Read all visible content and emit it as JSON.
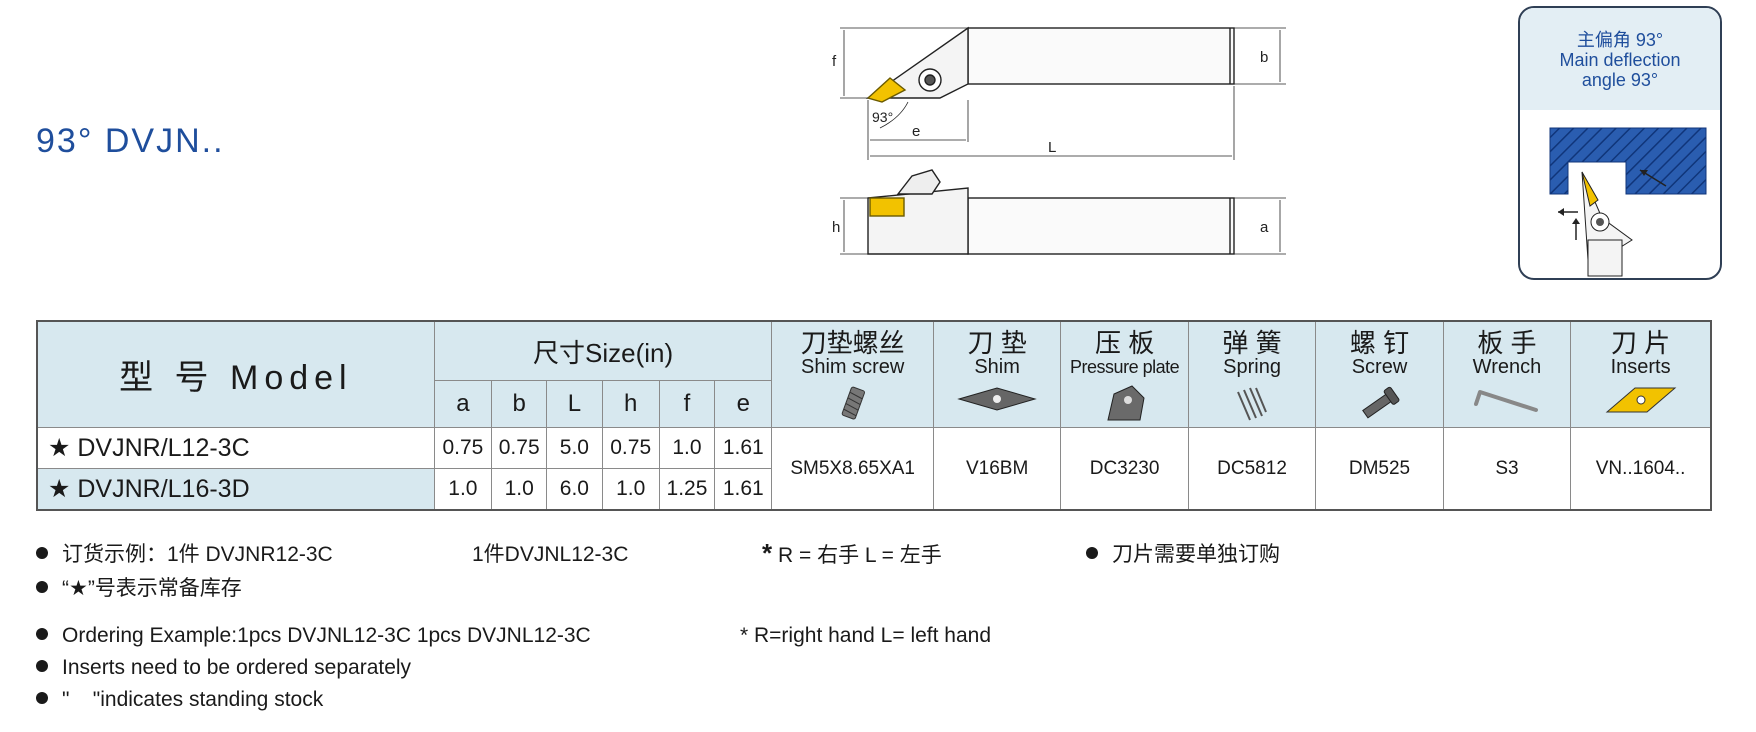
{
  "title": "93° DVJN..",
  "angle_box": {
    "line1": "主偏角 93°",
    "line2": "Main deflection",
    "line3": "angle 93°"
  },
  "drawing": {
    "labels": {
      "f": "f",
      "b": "b",
      "L": "L",
      "e": "e",
      "angle": "93°",
      "h": "h",
      "a": "a"
    }
  },
  "table": {
    "model_header": "型 号 Model",
    "size_header": "尺寸Size(in)",
    "dims": [
      "a",
      "b",
      "L",
      "h",
      "f",
      "e"
    ],
    "components": [
      {
        "cn": "刀垫螺丝",
        "en": "Shim screw",
        "icon": "shim-screw-icon",
        "value": "SM5X8.65XA1"
      },
      {
        "cn": "刀 垫",
        "en": "Shim",
        "icon": "shim-icon",
        "value": "V16BM"
      },
      {
        "cn": "压 板",
        "en": "Pressure plate",
        "icon": "pressure-plate-icon",
        "value": "DC3230"
      },
      {
        "cn": "弹 簧",
        "en": "Spring",
        "icon": "spring-icon",
        "value": "DC5812"
      },
      {
        "cn": "螺 钉",
        "en": "Screw",
        "icon": "screw-icon",
        "value": "DM525"
      },
      {
        "cn": "板 手",
        "en": "Wrench",
        "icon": "wrench-icon",
        "value": "S3"
      },
      {
        "cn": "刀 片",
        "en": "Inserts",
        "icon": "insert-icon",
        "value": "VN..1604.."
      }
    ],
    "rows": [
      {
        "model": "★ DVJNR/L12-3C",
        "dims": [
          "0.75",
          "0.75",
          "5.0",
          "0.75",
          "1.0",
          "1.61"
        ]
      },
      {
        "model": "★ DVJNR/L16-3D",
        "dims": [
          "1.0",
          "1.0",
          "6.0",
          "1.0",
          "1.25",
          "1.61"
        ]
      }
    ]
  },
  "notes": {
    "cn_order": "订货示例：1件 DVJNR12-3C",
    "cn_order2": "1件DVJNL12-3C",
    "cn_hand": "R = 右手     L = 左手",
    "cn_hand_star": "*",
    "cn_inserts": "刀片需要单独订购",
    "cn_stock": "“★”号表示常备库存",
    "en_order": "Ordering Example:1pcs DVJNL12-3C 1pcs DVJNL12-3C",
    "en_hand": "* R=right hand     L= left hand",
    "en_inserts": "Inserts need to be ordered separately",
    "en_stock": "\"    \"indicates standing stock"
  },
  "colors": {
    "title_blue": "#1f4e9c",
    "header_bg": "#d7e8ef",
    "insert_yellow": "#f2c200",
    "hatch_blue": "#2a5db0"
  }
}
